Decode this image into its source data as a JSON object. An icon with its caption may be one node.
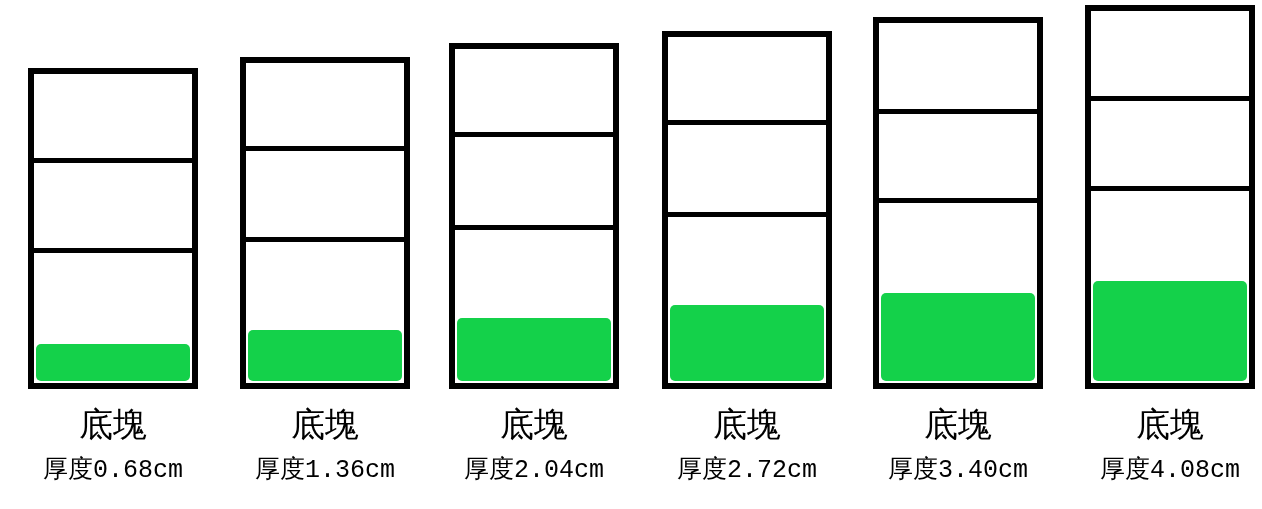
{
  "diagram": {
    "nodes": [
      {
        "text": [
          "底塊",
          "厚度0.68cm"
        ]
      },
      {
        "text": [],
        "shape": "box",
        "in": 0
      },
      {
        "text": [
          "底塊",
          "厚度1.36cm"
        ]
      },
      {
        "text": [],
        "shape": "box",
        "in": 2
      },
      {
        "text": [
          "底塊",
          "厚度2.04cm"
        ]
      },
      {
        "text": [],
        "shape": "box",
        "in": 4
      },
      {
        "text": [
          "底塊",
          "厚度2.72cm"
        ]
      },
      {
        "text": [],
        "shape": "box",
        "in": 6
      },
      {
        "text": [
          "底塊",
          "厚度3.40cm"
        ]
      },
      {
        "text": [],
        "shape": "box",
        "in": 8
      },
      {
        "text": [
          "底塊",
          "厚度4.08cm"
        ]
      },
      {
        "text": [],
        "shape": "box",
        "in": 10
      }
    ]
  }
}
